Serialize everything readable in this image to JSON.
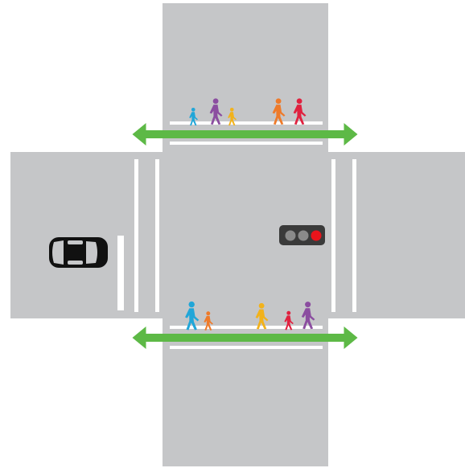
{
  "colors": {
    "background": "#ffffff",
    "road": "#c5c6c8",
    "marking": "#ffffff",
    "arrow": "#5db946",
    "car": "#111111",
    "signal_housing": "#3a3a3a",
    "signal_off": "#8a8a8a",
    "signal_red": "#e8141b"
  },
  "traffic_signal": {
    "lights": [
      "off",
      "off",
      "red"
    ]
  },
  "crosswalks": [
    {
      "id": "north",
      "arrow": "double-headed",
      "pedestrians": [
        {
          "color": "#21a6d8",
          "kind": "child"
        },
        {
          "color": "#8b4da0",
          "kind": "adult"
        },
        {
          "color": "#f2b21b",
          "kind": "child"
        },
        {
          "color": "#ee7a2a",
          "kind": "adult"
        },
        {
          "color": "#e0213f",
          "kind": "adult"
        }
      ]
    },
    {
      "id": "south",
      "arrow": "double-headed",
      "pedestrians": [
        {
          "color": "#21a6d8",
          "kind": "adult"
        },
        {
          "color": "#ee7a2a",
          "kind": "child"
        },
        {
          "color": "#f2b21b",
          "kind": "adult"
        },
        {
          "color": "#e0213f",
          "kind": "child"
        },
        {
          "color": "#8b4da0",
          "kind": "adult"
        }
      ]
    }
  ],
  "vehicle": {
    "type": "car",
    "heading": "east"
  }
}
